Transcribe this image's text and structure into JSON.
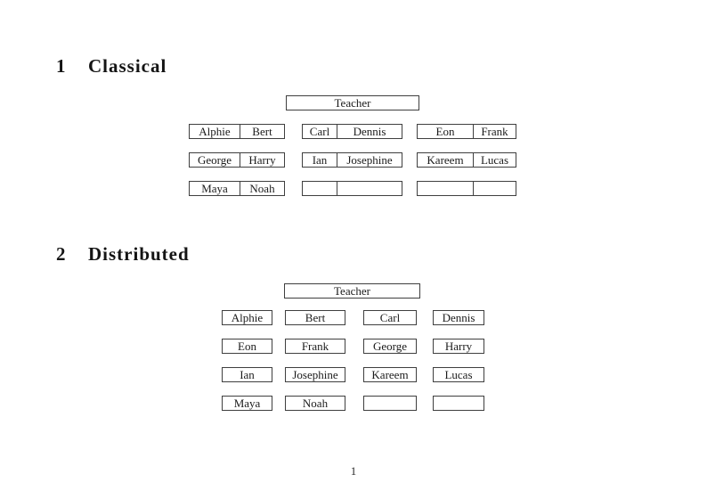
{
  "page": {
    "page_number": "1"
  },
  "sections": [
    {
      "heading_number": "1",
      "heading_title": "Classical",
      "teacher_label": "Teacher",
      "desks": [
        [
          {
            "left": "Alphie",
            "right": "Bert"
          },
          {
            "left": "Carl",
            "right": "Dennis"
          },
          {
            "left": "Eon",
            "right": "Frank"
          }
        ],
        [
          {
            "left": "George",
            "right": "Harry"
          },
          {
            "left": "Ian",
            "right": "Josephine"
          },
          {
            "left": "Kareem",
            "right": "Lucas"
          }
        ],
        [
          {
            "left": "Maya",
            "right": "Noah"
          },
          {
            "left": "",
            "right": ""
          },
          {
            "left": "",
            "right": ""
          }
        ]
      ]
    },
    {
      "heading_number": "2",
      "heading_title": "Distributed",
      "teacher_label": "Teacher",
      "seats": [
        [
          "Alphie",
          "Bert",
          "Carl",
          "Dennis"
        ],
        [
          "Eon",
          "Frank",
          "George",
          "Harry"
        ],
        [
          "Ian",
          "Josephine",
          "Kareem",
          "Lucas"
        ],
        [
          "Maya",
          "Noah",
          "",
          ""
        ]
      ]
    }
  ]
}
